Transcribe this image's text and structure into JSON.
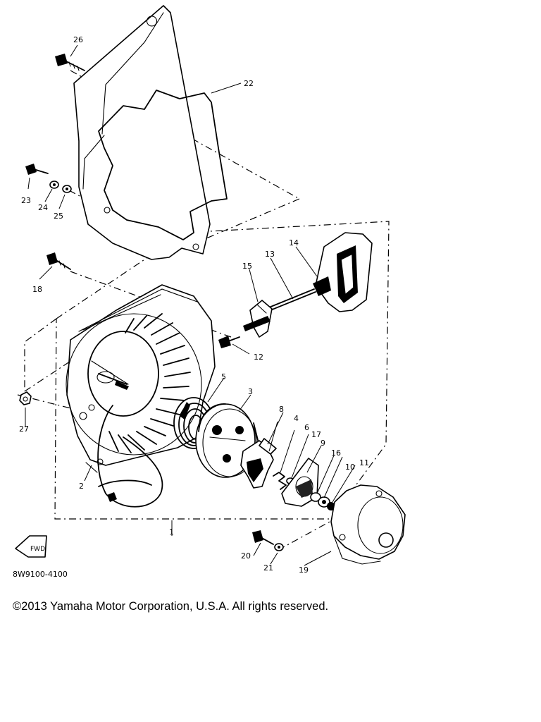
{
  "diagram": {
    "part_code": "8W9100-4100",
    "front_arrow_label": "FWD",
    "callouts": {
      "c1": "1",
      "c2": "2",
      "c3": "3",
      "c4": "4",
      "c5": "5",
      "c6": "6",
      "c8": "8",
      "c9": "9",
      "c10": "10",
      "c11": "11",
      "c12": "12",
      "c13": "13",
      "c14": "14",
      "c15": "15",
      "c16": "16",
      "c17": "17",
      "c18": "18",
      "c19": "19",
      "c20": "20",
      "c21": "21",
      "c22": "22",
      "c23": "23",
      "c24": "24",
      "c25": "25",
      "c26": "26",
      "c27": "27"
    }
  },
  "copyright": "©2013 Yamaha Motor Corporation, U.S.A. All rights reserved."
}
